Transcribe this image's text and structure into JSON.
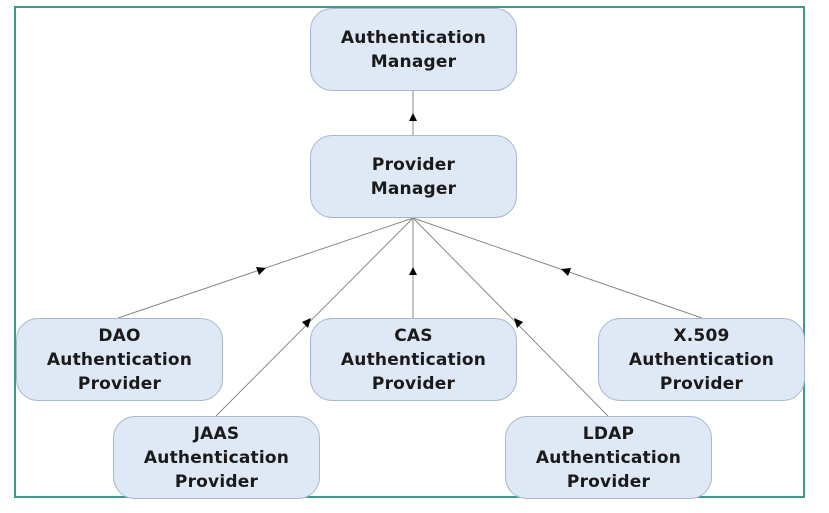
{
  "nodes": {
    "authentication_manager": "Authentication\nManager",
    "provider_manager": "Provider\nManager",
    "dao": "DAO\nAuthentication\nProvider",
    "cas": "CAS\nAuthentication\nProvider",
    "x509": "X.509\nAuthentication\nProvider",
    "jaas": "JAAS\nAuthentication\nProvider",
    "ldap": "LDAP\nAuthentication\nProvider"
  },
  "edges": [
    {
      "from": "provider_manager",
      "to": "authentication_manager"
    },
    {
      "from": "dao",
      "to": "provider_manager"
    },
    {
      "from": "jaas",
      "to": "provider_manager"
    },
    {
      "from": "cas",
      "to": "provider_manager"
    },
    {
      "from": "ldap",
      "to": "provider_manager"
    },
    {
      "from": "x509",
      "to": "provider_manager"
    }
  ],
  "colors": {
    "node_fill": "#dfe8f5",
    "node_border": "#a9b8cc",
    "edge": "#8a8a8a",
    "arrowhead": "#000000",
    "frame_border": "#3f9a8c"
  }
}
